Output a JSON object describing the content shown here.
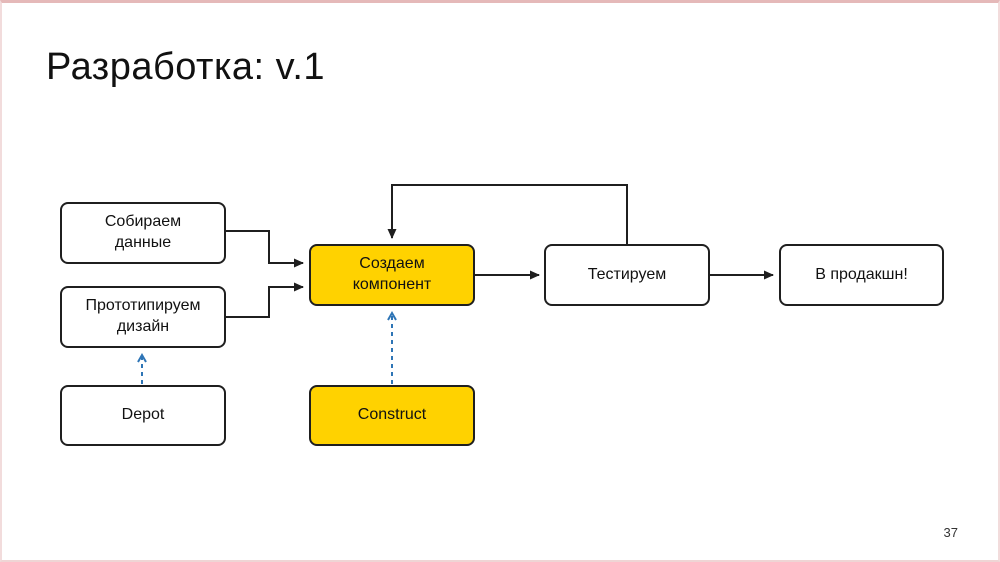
{
  "slide": {
    "title": "Разработка: v.1",
    "page_number": "37"
  },
  "diagram": {
    "nodes": {
      "collect": {
        "label": "Собираем\nданные",
        "highlighted": false
      },
      "prototype": {
        "label": "Прототипируем\nдизайн",
        "highlighted": false
      },
      "depot": {
        "label": "Depot",
        "highlighted": false
      },
      "create": {
        "label": "Создаем\nкомпонент",
        "highlighted": true
      },
      "construct": {
        "label": "Construct",
        "highlighted": true
      },
      "test": {
        "label": "Тестируем",
        "highlighted": false
      },
      "production": {
        "label": "В продакшн!",
        "highlighted": false
      }
    },
    "edges": [
      "collect -> create (solid)",
      "prototype -> create (solid)",
      "create -> test (solid)",
      "test -> production (solid)",
      "test -> create (feedback loop, solid)",
      "depot -> prototype (dashed blue)",
      "construct -> create (dashed blue)"
    ],
    "colors": {
      "highlight_fill": "#FFD200",
      "box_border": "#1F1F1F",
      "solid_arrow": "#1F1F1F",
      "dashed_arrow": "#2E75B6",
      "slide_top_border": "#E5B9B9"
    }
  }
}
